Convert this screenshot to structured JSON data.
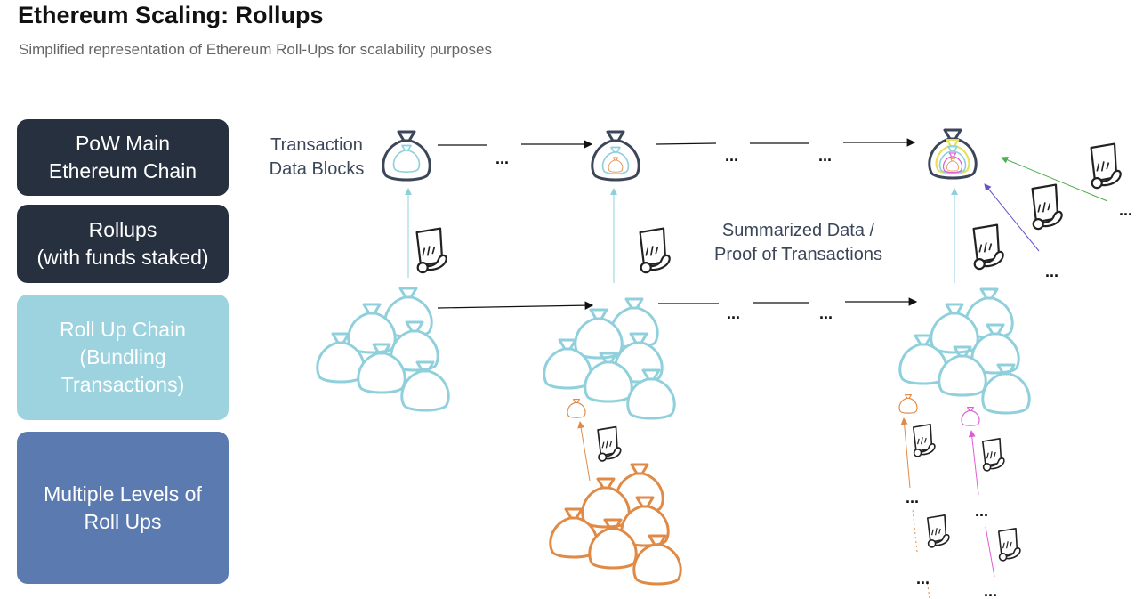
{
  "header": {
    "title": "Ethereum Scaling: Rollups",
    "subtitle": "Simplified representation of Ethereum Roll-Ups for scalability purposes"
  },
  "levels": {
    "pow": "PoW Main\nEthereum Chain",
    "rollups": "Rollups\n(with funds staked)",
    "rollup_chain": "Roll Up Chain\n(Bundling\nTransactions)",
    "multi": "Multiple Levels of\nRoll Ups"
  },
  "annotations": {
    "tx_blocks": "Transaction\nData Blocks",
    "summary": "Summarized Data /\nProof of Transactions",
    "ellipsis": "..."
  },
  "colors": {
    "main_chain": "#27303f",
    "rollup_chain": "#9cd3df",
    "multi_level": "#5b7bb0",
    "teal_bag": "#8fd0dc",
    "orange_bag": "#e08a45",
    "pink_bag": "#e05cd6",
    "green_arrow": "#4caf50",
    "purple_arrow": "#6a4fc7"
  },
  "icons": [
    "money-bag-icon",
    "scroll-proof-icon",
    "arrow-icon"
  ]
}
